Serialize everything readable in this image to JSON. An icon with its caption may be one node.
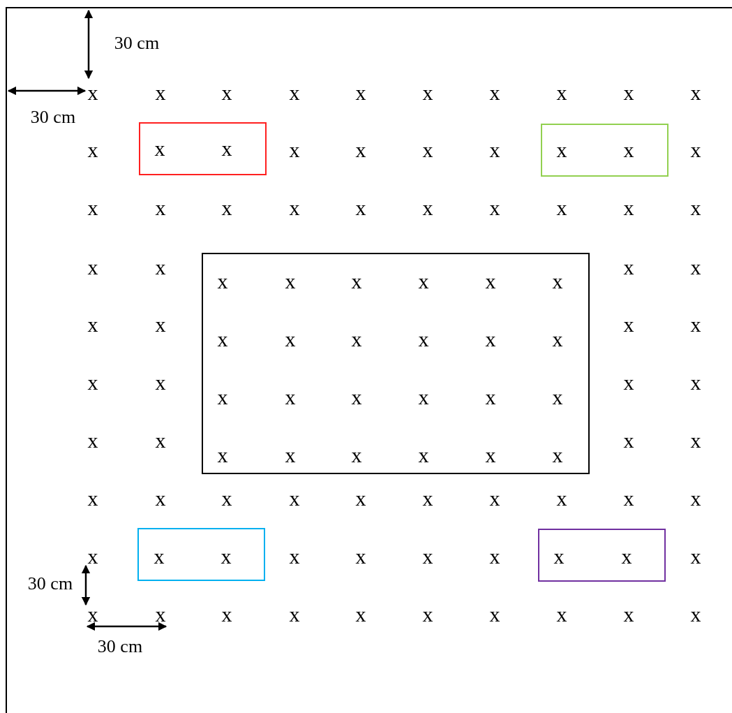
{
  "diagram": {
    "nodes": [
      {
        "text": [
          "x",
          "x"
        ]
      },
      {
        "text": [
          "x",
          "x"
        ]
      },
      {
        "text": [
          "x",
          "x",
          "x",
          "x",
          "x",
          "x",
          "x",
          "x",
          "x",
          "x",
          "x",
          "x",
          "x",
          "x",
          "x",
          "x",
          "x",
          "x",
          "x",
          "x",
          "x",
          "x",
          "x",
          "x"
        ]
      },
      {
        "text": [
          "x",
          "x"
        ]
      },
      {
        "text": [
          "x",
          "x"
        ]
      }
    ],
    "labels": [
      "30 cm",
      "x",
      "x",
      "x",
      "x",
      "x",
      "x",
      "x",
      "x",
      "x",
      "x",
      "30 cm",
      "x",
      "x",
      "x",
      "x",
      "x",
      "x",
      "x",
      "x",
      "x",
      "x",
      "x",
      "x",
      "x",
      "x",
      "x",
      "x",
      "x",
      "x",
      "x",
      "x",
      "x",
      "x",
      "x",
      "x",
      "x",
      "x",
      "x",
      "x",
      "x",
      "x",
      "x",
      "x",
      "x",
      "x",
      "x",
      "x",
      "x",
      "x",
      "x",
      "x",
      "x",
      "x",
      "x",
      "x",
      "x",
      "x",
      "x",
      "x",
      "30 cm",
      "x",
      "x",
      "x",
      "x",
      "x",
      "x",
      "x",
      "x",
      "x",
      "x",
      "30 cm"
    ]
  }
}
